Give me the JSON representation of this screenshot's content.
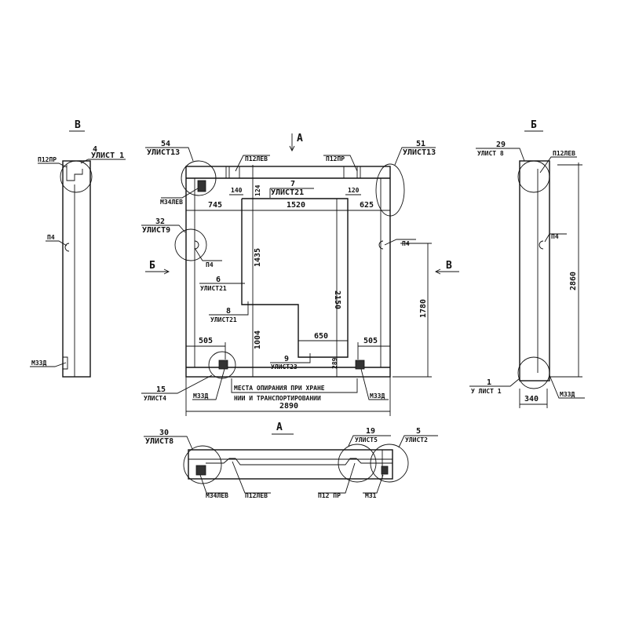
{
  "title": "Drawing of a wall panel: plan view and views А, Б, В",
  "views": {
    "left": {
      "label": "В",
      "callout_num": "4",
      "callout_sheet": "УЛИСТ 1",
      "p12": "П12ПР",
      "p4": "П4",
      "m33": "М33Д"
    },
    "main": {
      "section_a": "А",
      "section_b": "Б",
      "section_v": "В",
      "c54_num": "54",
      "c54_sheet": "УЛИСТ13",
      "c51_num": "51",
      "c51_sheet": "УЛИСТ13",
      "c32_num": "32",
      "c32_sheet": "УЛИСТ9",
      "c15_num": "15",
      "c15_sheet": "УЛИСТ4",
      "c7_num": "7",
      "c7_sheet": "УЛИСТ21",
      "c6_num": "6",
      "c6_sheet": "УЛИСТ21",
      "c8_num": "8",
      "c8_sheet": "УЛИСТ21",
      "c9_num": "9",
      "c9_sheet": "УЛИСТ23",
      "p12lev": "П12ЛЕВ",
      "p12pr": "П12ПР",
      "m34lev": "М34ЛЕВ",
      "p4a": "П4",
      "p4b": "П4",
      "m33a": "М33Д",
      "m33b": "М33Д",
      "dims": {
        "d745": "745",
        "d1520": "1520",
        "d625": "625",
        "d140": "140",
        "d120": "120",
        "d124": "124",
        "d1435": "1435",
        "d2150": "2150",
        "d1004": "1004",
        "d650": "650",
        "d505a": "505",
        "d505b": "505",
        "d289": "289",
        "d1780": "1780",
        "d2890": "2890"
      },
      "note_line1": "МЕСТА ОПИРАНИЯ ПРИ ХРАНЕ",
      "note_line2": "НИИ И ТРАНСПОРТИРОВАНИИ"
    },
    "right": {
      "label": "Б",
      "c29_num": "29",
      "c29_sheet": "УЛИСТ 8",
      "p12": "П12ЛЕВ",
      "p4": "П4",
      "c1_num": "1",
      "c1_sheet": "У ЛИСТ 1",
      "m33": "М33Д",
      "d2860": "2860",
      "d340": "340"
    },
    "bottom": {
      "label": "А",
      "c30_num": "30",
      "c30_sheet": "УЛИСТ8",
      "c19_num": "19",
      "c19_sheet": "УЛИСТ5",
      "c5_num": "5",
      "c5_sheet": "УЛИСТ2",
      "m34lev": "М34ЛЕВ",
      "p12lev": "П12ЛЕВ",
      "p12pr": "П12 ПР",
      "m31": "М31"
    }
  }
}
